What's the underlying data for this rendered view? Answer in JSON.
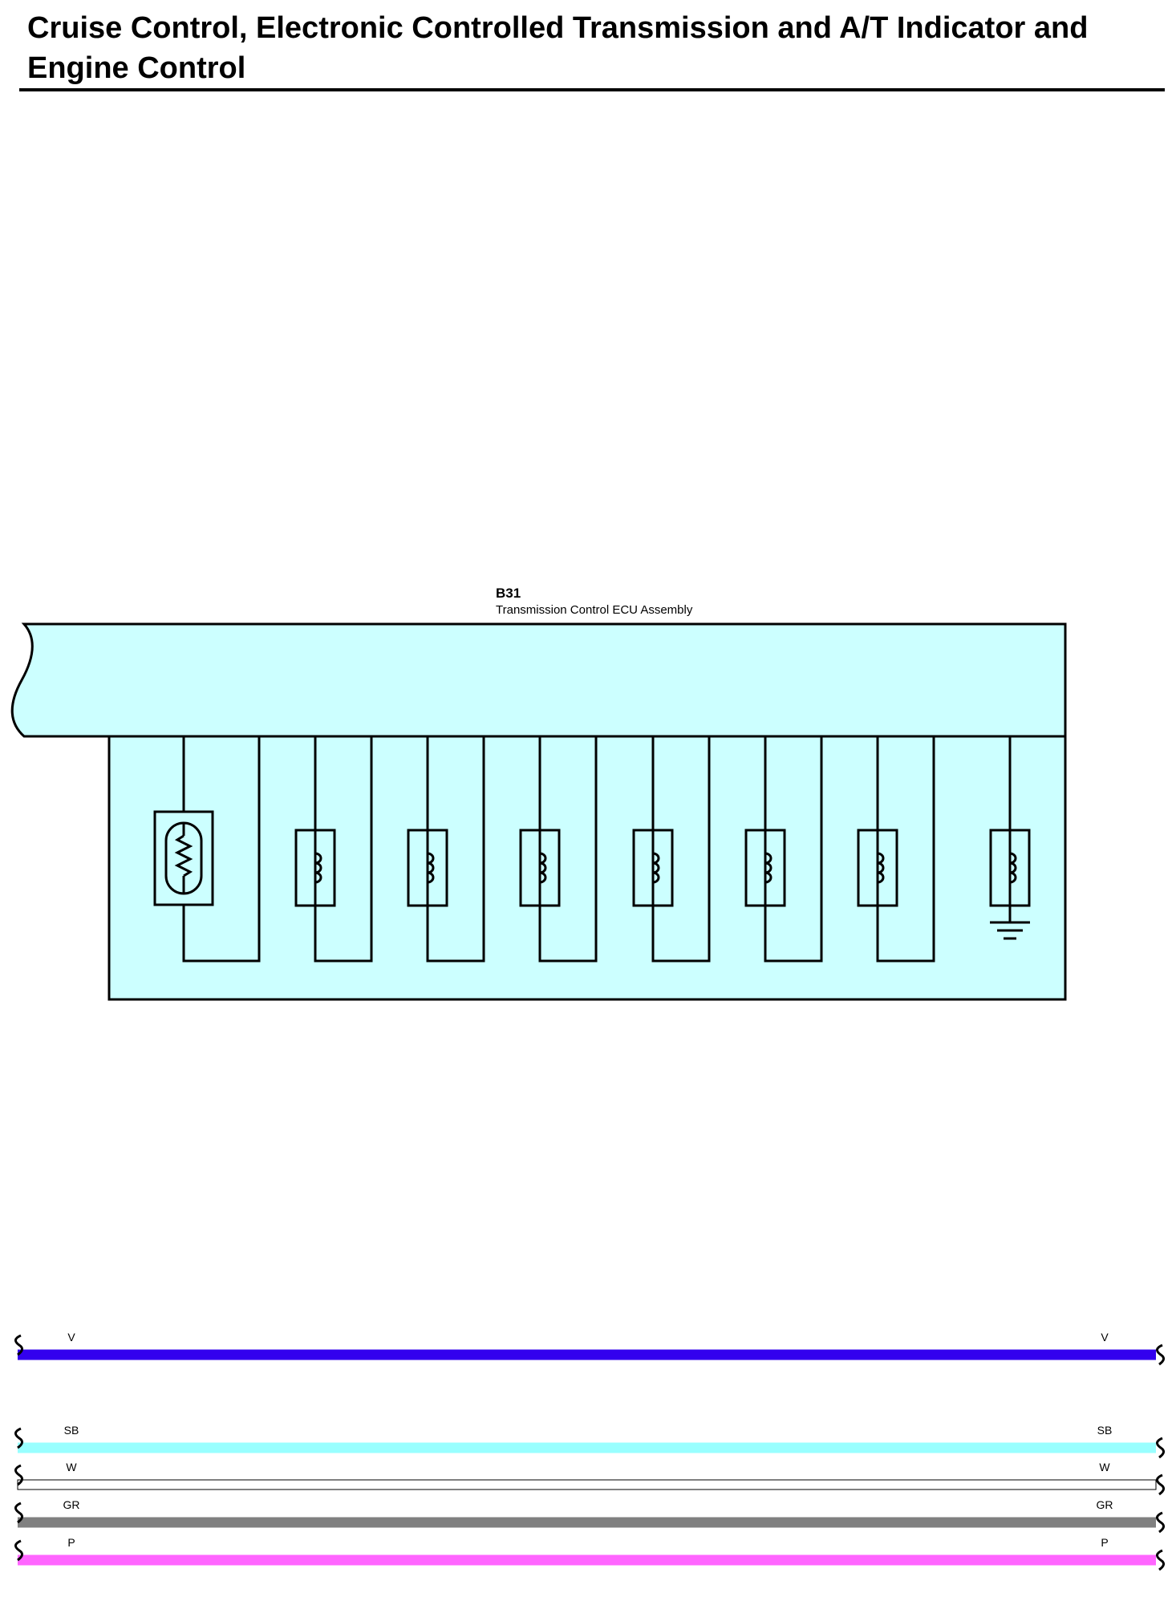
{
  "title": "Cruise Control, Electronic Controlled Transmission and A/T Indicator and Engine Control",
  "component": {
    "code": "B31",
    "name": "Transmission Control ECU Assembly",
    "fill_color": "#ccffff"
  },
  "elements": [
    {
      "kind": "thermistor"
    },
    {
      "kind": "solenoid"
    },
    {
      "kind": "solenoid"
    },
    {
      "kind": "solenoid"
    },
    {
      "kind": "solenoid"
    },
    {
      "kind": "solenoid"
    },
    {
      "kind": "solenoid"
    },
    {
      "kind": "solenoid-ground"
    }
  ],
  "wires": [
    {
      "code": "V",
      "color": "#3300ee"
    },
    {
      "code": "SB",
      "color": "#99ffff"
    },
    {
      "code": "W",
      "color": "#ffffff"
    },
    {
      "code": "GR",
      "color": "#808080"
    },
    {
      "code": "P",
      "color": "#ff66ff"
    }
  ]
}
